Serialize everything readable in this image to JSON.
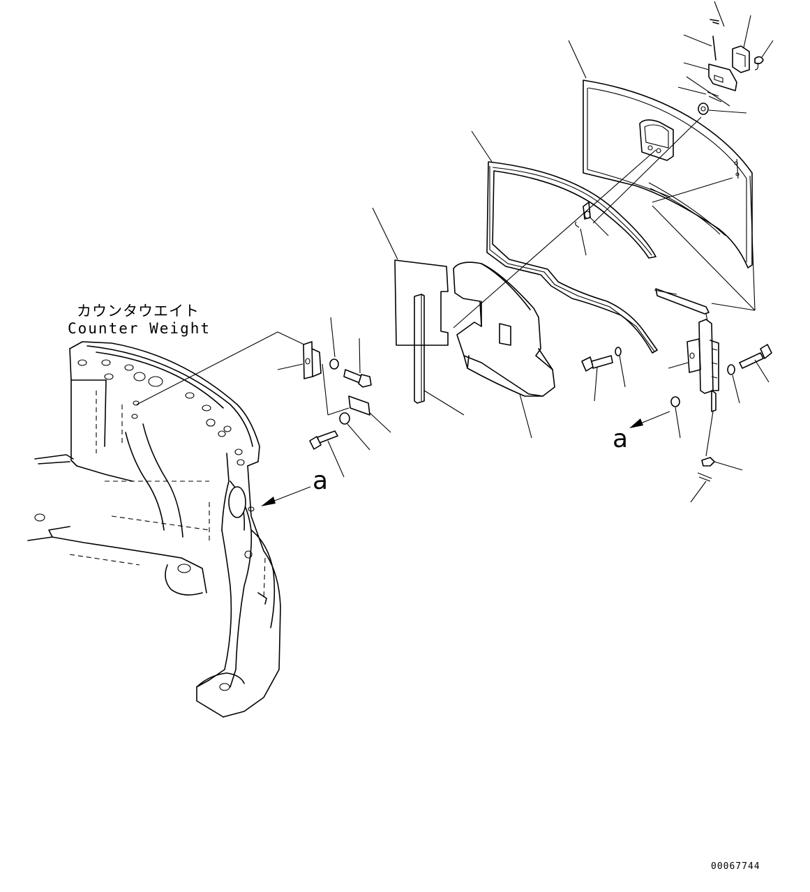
{
  "labels": {
    "title_jp": "カウンタウエイト",
    "title_en": "Counter Weight",
    "view_marker_left": "a",
    "view_marker_right": "a",
    "drawing_number": "00067744"
  },
  "colors": {
    "line": "#000000",
    "background": "#ffffff"
  }
}
